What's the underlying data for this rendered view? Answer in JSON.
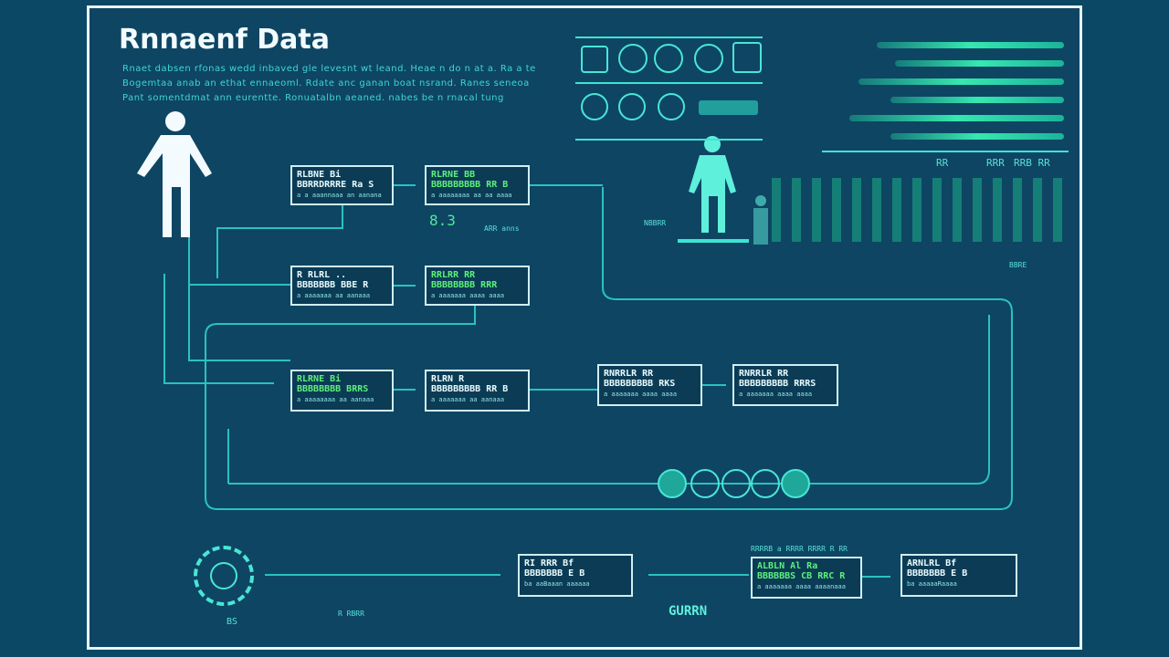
{
  "header": {
    "title": "Rnnaenf Data",
    "subtitle_lines": [
      "Rnaet dabsen rfonas wedd inbaved gle levesnt wt leand. Heae n do n at a. Ra a te",
      "Bogemtaa anab an ethat ennaeoml. Rdate anc ganan boat nsrand. Ranes seneoa",
      "Pant somentdmat ann eurentte. Ronuatalbn aeaned. nabes be n rnacal tung"
    ]
  },
  "colors": {
    "background": "#0b4866",
    "panel": "#0d4562",
    "frame": "#e8f4f8",
    "cyan": "#3fe3d4",
    "green": "#5df07a"
  },
  "figures": [
    "person-icon",
    "person-icon",
    "person-icon"
  ],
  "boxes": [
    {
      "t": "RLBNE  Bi",
      "l": "BBRRDRRRE Ra S",
      "s": "a a aaannaaa an aanana",
      "g": false
    },
    {
      "t": "RLRNE  BB",
      "l": "BBBBBBBBB RR B",
      "s": "a aaaaaaaa aa aa aaaa",
      "g": true
    },
    {
      "t": "R RLRL  ..",
      "l": "BBBBBBB BBE R",
      "s": "a aaaaaaa aa aanaaa",
      "g": false
    },
    {
      "t": "RRLRR  RR",
      "l": "BBBBBBBB RRR",
      "s": "a aaaaaaa aaaa aaaa",
      "g": true
    },
    {
      "t": "RLRNE  Bi",
      "l": "BBBBBBBB BRRS",
      "s": "a aaaaaaaa aa aanaaa",
      "g": true
    },
    {
      "t": "RLRN  R",
      "l": "BBBBBBBBB RR B",
      "s": "a aaaaaaa aa aanaaa",
      "g": false
    },
    {
      "t": "RNRRLR  RR",
      "l": "BBBBBBBBB RKS",
      "s": "a aaaaaaa aaaa aaaa",
      "g": false
    },
    {
      "t": "RNRRLR  RR",
      "l": "BBBBBBBBB RRRS",
      "s": "a aaaaaaa aaaa aaaa",
      "g": false
    },
    {
      "t": "RI RRR  Bf",
      "l": "BBBBBBB E B",
      "s": "ba aaBaaan aaaaaa",
      "g": false
    },
    {
      "t": "ALBLN Al   Ra",
      "l": "BBBBBBS CB  RRC R",
      "s": "a aaaaaaa aaaa aaaanaaa",
      "g": true
    },
    {
      "t": "ARNLRL Bf",
      "l": "BBBBBBB E B",
      "s": "ba aaaaaRaaaa",
      "g": false
    }
  ],
  "captions": [
    "8.3",
    "ARR anns",
    "NBBRR",
    "BBRE",
    "GURRN",
    "RRRRB a RRRR RRRR R RR",
    "R RBRR",
    "BS"
  ],
  "status_rows": [
    {
      "cells": [
        "RR",
        "RRR",
        "RRB  RR"
      ]
    }
  ]
}
